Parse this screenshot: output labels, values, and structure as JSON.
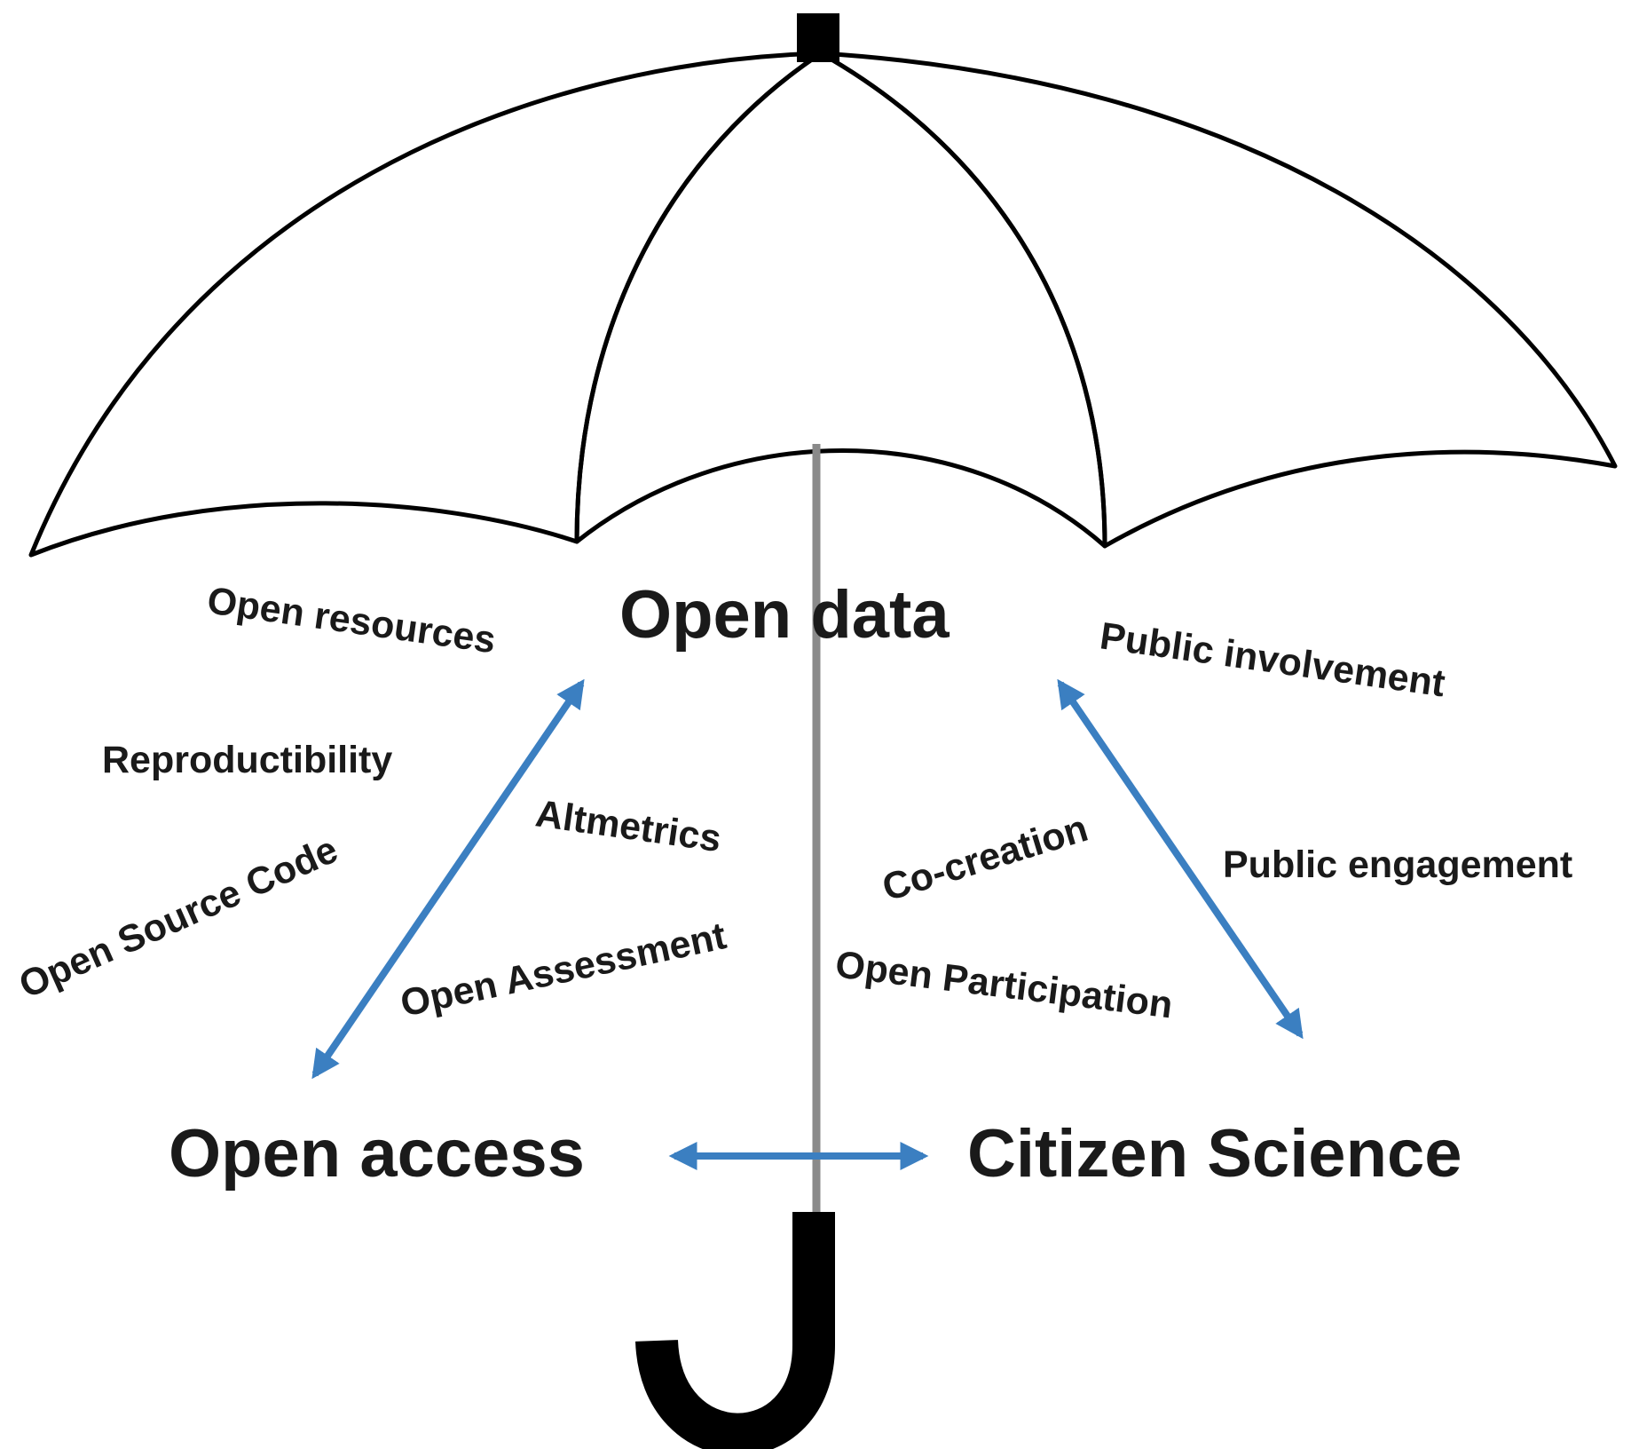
{
  "colors": {
    "canopy_light": "#ffffff",
    "canopy_mid": "#b7d59a",
    "canopy_dark": "#5f8a3c",
    "arrow": "#3b7fc1",
    "shaft": "#8a8a8a",
    "outline": "#000000"
  },
  "main_concepts": {
    "open_data": "Open data",
    "open_access": "Open access",
    "citizen_science": "Citizen Science"
  },
  "topics": {
    "open_resources": "Open resources",
    "reproductibility": "Reproductibility",
    "open_source_code": "Open Source Code",
    "altmetrics": "Altmetrics",
    "open_assessment": "Open Assessment",
    "public_involvement": "Public involvement",
    "co_creation": "Co-creation",
    "public_engagement": "Public engagement",
    "open_participation": "Open Participation"
  }
}
